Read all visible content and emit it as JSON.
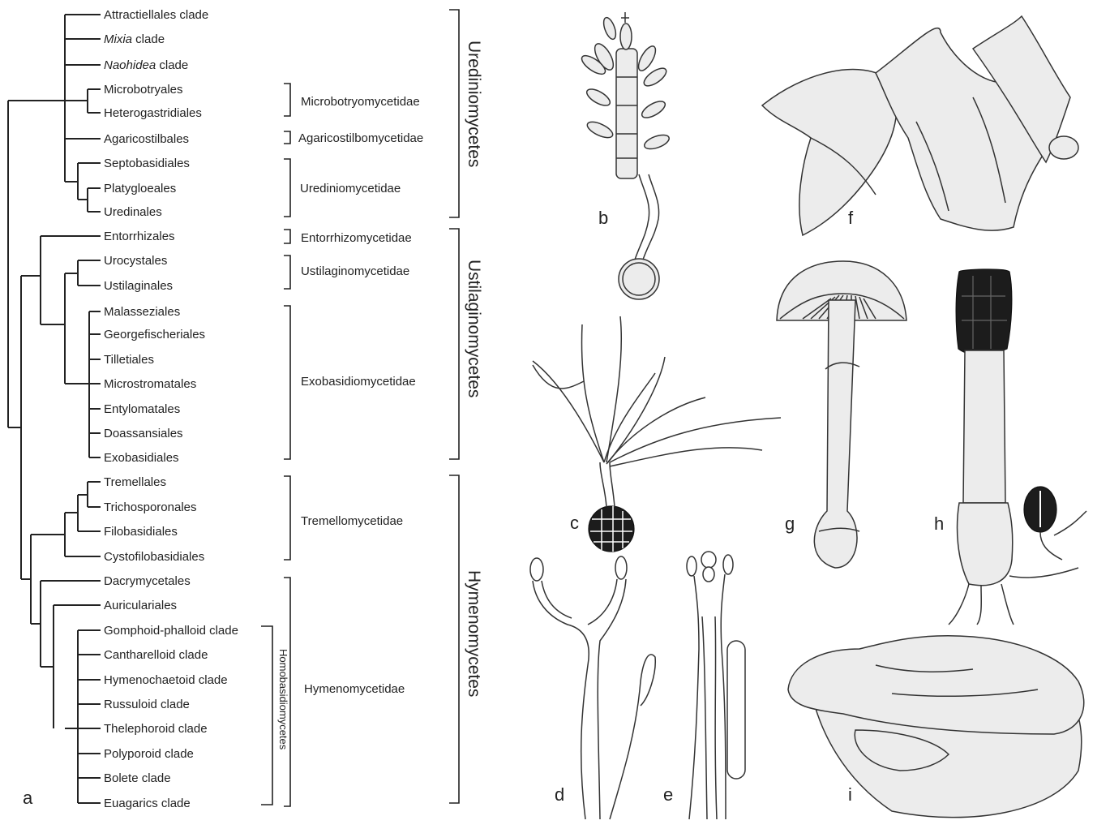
{
  "tree": {
    "panel_label": "a",
    "taxa": [
      {
        "name": "Attractiellales",
        "suffix": " clade",
        "italic": false
      },
      {
        "name": "Mixia",
        "suffix": " clade",
        "italic": true
      },
      {
        "name": "Naohidea",
        "suffix": " clade",
        "italic": true
      },
      {
        "name": "Microbotryales",
        "suffix": "",
        "italic": false
      },
      {
        "name": "Heterogastridiales",
        "suffix": "",
        "italic": false
      },
      {
        "name": "Agaricostilbales",
        "suffix": "",
        "italic": false
      },
      {
        "name": "Septobasidiales",
        "suffix": "",
        "italic": false
      },
      {
        "name": "Platygloeales",
        "suffix": "",
        "italic": false
      },
      {
        "name": "Uredinales",
        "suffix": "",
        "italic": false
      },
      {
        "name": "Entorrhizales",
        "suffix": "",
        "italic": false
      },
      {
        "name": "Urocystales",
        "suffix": "",
        "italic": false
      },
      {
        "name": "Ustilaginales",
        "suffix": "",
        "italic": false
      },
      {
        "name": "Malasseziales",
        "suffix": "",
        "italic": false
      },
      {
        "name": "Georgefischeriales",
        "suffix": "",
        "italic": false
      },
      {
        "name": "Tilletiales",
        "suffix": "",
        "italic": false
      },
      {
        "name": "Microstromatales",
        "suffix": "",
        "italic": false
      },
      {
        "name": "Entylomatales",
        "suffix": "",
        "italic": false
      },
      {
        "name": "Doassansiales",
        "suffix": "",
        "italic": false
      },
      {
        "name": "Exobasidiales",
        "suffix": "",
        "italic": false
      },
      {
        "name": "Tremellales",
        "suffix": "",
        "italic": false
      },
      {
        "name": "Trichosporonales",
        "suffix": "",
        "italic": false
      },
      {
        "name": "Filobasidiales",
        "suffix": "",
        "italic": false
      },
      {
        "name": "Cystofilobasidiales",
        "suffix": "",
        "italic": false
      },
      {
        "name": "Dacrymycetales",
        "suffix": "",
        "italic": false
      },
      {
        "name": "Auriculariales",
        "suffix": "",
        "italic": false
      },
      {
        "name": "Gomphoid-phalloid clade",
        "suffix": "",
        "italic": false
      },
      {
        "name": "Cantharelloid clade",
        "suffix": "",
        "italic": false
      },
      {
        "name": "Hymenochaetoid clade",
        "suffix": "",
        "italic": false
      },
      {
        "name": "Russuloid clade",
        "suffix": "",
        "italic": false
      },
      {
        "name": "Thelephoroid clade",
        "suffix": "",
        "italic": false
      },
      {
        "name": "Polyporoid clade",
        "suffix": "",
        "italic": false
      },
      {
        "name": "Bolete clade",
        "suffix": "",
        "italic": false
      },
      {
        "name": "Euagarics clade",
        "suffix": "",
        "italic": false
      }
    ],
    "subclasses": [
      "Microbotryomycetidae",
      "Agaricostilbomycetidae",
      "Urediniomycetidae",
      "Entorrhizomycetidae",
      "Ustilaginomycetidae",
      "Exobasidiomycetidae",
      "Tremellomycetidae",
      "Hymenomycetidae"
    ],
    "group_label": "Homobasidiomycetes",
    "classes": [
      "Urediniomycetes",
      "Ustilaginomycetes",
      "Hymenomycetes"
    ]
  },
  "illustrations": {
    "labels": [
      "b",
      "c",
      "d",
      "e",
      "f",
      "g",
      "h",
      "i"
    ]
  }
}
